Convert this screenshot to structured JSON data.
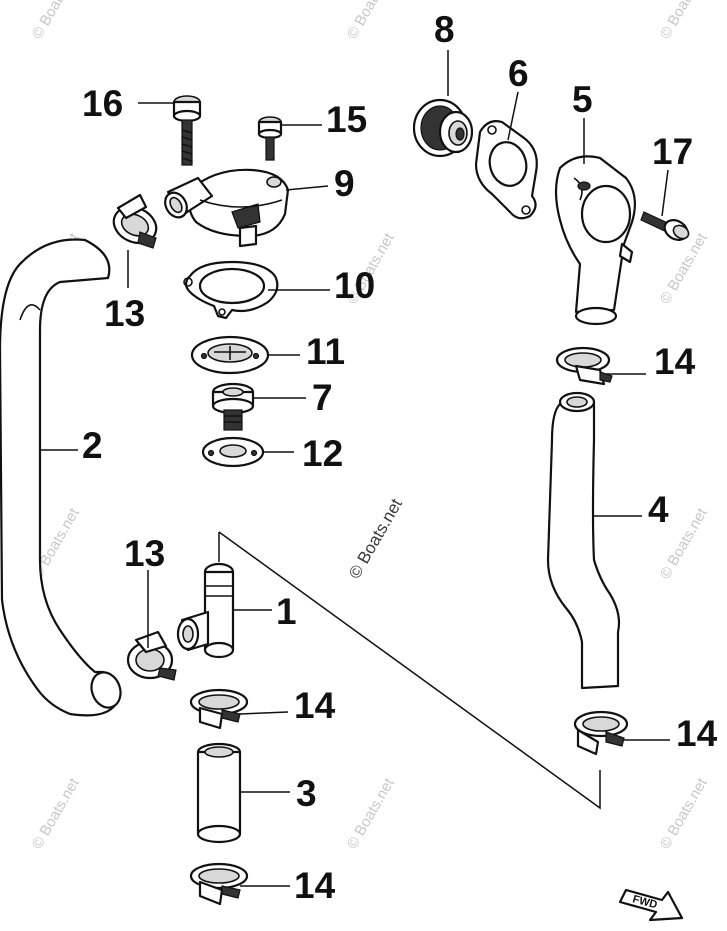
{
  "diagram": {
    "callouts": [
      {
        "id": "c16",
        "label": "16"
      },
      {
        "id": "c15",
        "label": "15"
      },
      {
        "id": "c9",
        "label": "9"
      },
      {
        "id": "c8",
        "label": "8"
      },
      {
        "id": "c6",
        "label": "6"
      },
      {
        "id": "c5",
        "label": "5"
      },
      {
        "id": "c17",
        "label": "17"
      },
      {
        "id": "c13a",
        "label": "13"
      },
      {
        "id": "c10",
        "label": "10"
      },
      {
        "id": "c11",
        "label": "11"
      },
      {
        "id": "c7",
        "label": "7"
      },
      {
        "id": "c12",
        "label": "12"
      },
      {
        "id": "c2",
        "label": "2"
      },
      {
        "id": "c14a",
        "label": "14"
      },
      {
        "id": "c4",
        "label": "4"
      },
      {
        "id": "c13b",
        "label": "13"
      },
      {
        "id": "c1",
        "label": "1"
      },
      {
        "id": "c14b",
        "label": "14"
      },
      {
        "id": "c14c",
        "label": "14"
      },
      {
        "id": "c3",
        "label": "3"
      },
      {
        "id": "c14d",
        "label": "14"
      }
    ],
    "watermark_text": "© Boats.net",
    "fwd_label": "FWD"
  },
  "colors": {
    "ink": "#111111",
    "watermark": "#c8c8c8",
    "background": "#ffffff"
  }
}
